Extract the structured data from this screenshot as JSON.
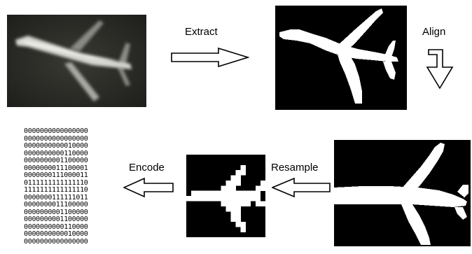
{
  "steps": {
    "extract": "Extract",
    "align": "Align",
    "resample": "Resample",
    "encode": "Encode"
  },
  "code_rows": [
    "0000000000000000",
    "0000000000000000",
    "0000000000010000",
    "0000000000110000",
    "0000000001100000",
    "0000000011100001",
    "0000000111000011",
    "0111111111111110",
    "1111111111111110",
    "0000000111111011",
    "0000000011100000",
    "0000000001100000",
    "0000000001100000",
    "0000000000110000",
    "0000000000010000",
    "0000000000000000"
  ],
  "colors": {
    "silhouette_bg": "#000000",
    "silhouette_fg": "#ffffff",
    "photo_bg": "#2b2b27"
  }
}
